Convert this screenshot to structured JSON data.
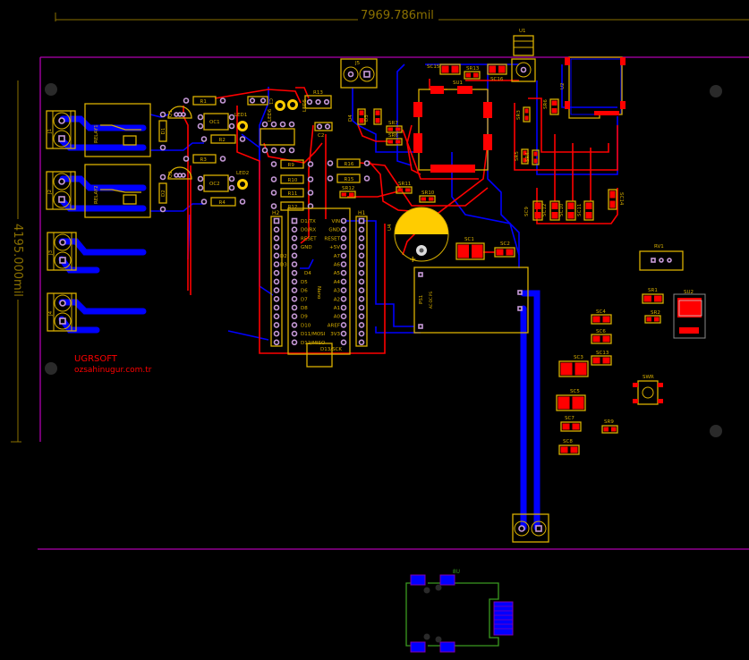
{
  "dimensions": {
    "width": "7969.786mil",
    "height": "4195.000mil"
  },
  "branding": {
    "company": "UGRSOFT",
    "website": "ozsahinugur.com.tr"
  },
  "colors": {
    "background": "#000000",
    "silkscreen": "#d9b000",
    "top_copper": "#ff0000",
    "bottom_copper": "#0000ff",
    "board_outline": "#b000b0",
    "bottom_silk": "#3a9a20"
  },
  "labels": {
    "J1": "J1",
    "J2": "J2",
    "J3": "J3",
    "J4": "J4",
    "J5": "J5",
    "RELAY1": "RELAY1",
    "RELAY2": "RELAY2",
    "D1": "D1",
    "D2": "D2",
    "D3": "D3",
    "D4": "D4",
    "Q1": "Q1",
    "Q2": "Q2",
    "R1": "R1",
    "R2": "R2",
    "R3": "R3",
    "R4": "R4",
    "R9": "R9",
    "R10": "R10",
    "R11": "R11",
    "R12": "R12",
    "R13": "R13",
    "R15": "R15",
    "R16": "R16",
    "OC1": "OC1",
    "OC2": "OC2",
    "LED1": "LED1",
    "LED2": "LED2",
    "LED5": "LED5",
    "LED6": "LED6",
    "C1": "C1",
    "C2": "C2",
    "H1": "H1",
    "H2": "H2",
    "Nano": "Nano",
    "U1": "U1",
    "U2": "U2",
    "U4": "U4",
    "U8": "U8",
    "SU1": "SU1",
    "SU2": "SU2",
    "SC1": "SC1",
    "SC2": "SC2",
    "SC3": "SC3",
    "SC4": "SC4",
    "SC5": "SC5",
    "SC6": "SC6",
    "SC7": "SC7",
    "SC8": "SC8",
    "SC9": "SC9",
    "SC10": "SC10",
    "SC11": "SC11",
    "SC12": "SC12",
    "SC13": "SC13",
    "SC14": "SC14",
    "SC15": "SC15",
    "SC16": "SC16",
    "SR1": "SR1",
    "SR2": "SR2",
    "SR3": "SR3",
    "SR4": "SR4",
    "SR5": "SR5",
    "SR6": "SR6",
    "SR6b": "SR6",
    "SR7": "SR7",
    "SR9": "SR9",
    "SR10": "SR10",
    "SR11": "SR11",
    "SR12": "SR12",
    "SR13": "SR13",
    "RV1": "RV1",
    "SWR": "SWR",
    "PS1": "PS1",
    "PS1_sub": "AC-DC PS"
  },
  "nano_pins_left": [
    "D1/TX",
    "D0/RX",
    "RESET",
    "GND",
    "D2",
    "D3",
    "D4",
    "D5",
    "D6",
    "D7",
    "D8",
    "D9",
    "D10",
    "D11/MOSI",
    "D12/MISO",
    "D13/SCK"
  ],
  "nano_pins_right": [
    "VIN",
    "GND",
    "RESET",
    "+5V",
    "A7",
    "A6",
    "A5",
    "A4",
    "A3",
    "A2",
    "A1",
    "A0",
    "AREF",
    "3V3"
  ]
}
